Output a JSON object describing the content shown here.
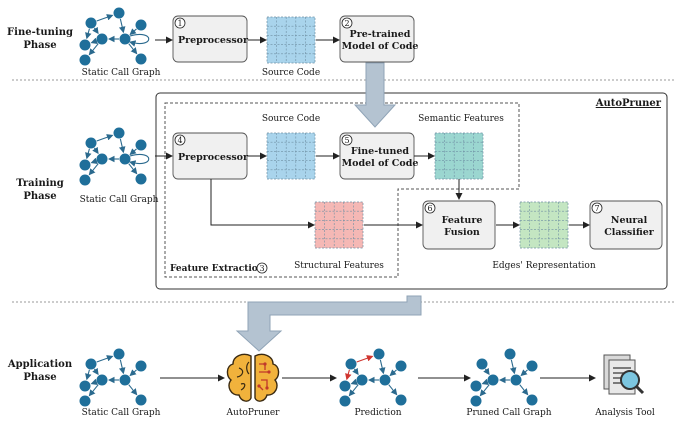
{
  "phases": {
    "fine_tuning": [
      "Fine-tuning",
      "Phase"
    ],
    "training": [
      "Training",
      "Phase"
    ],
    "application": [
      "Application",
      "Phase"
    ]
  },
  "autopruner_title": "AutoPruner",
  "feature_extraction": {
    "label": "Feature Extraction",
    "number": "3"
  },
  "steps": {
    "s1": {
      "number": "1",
      "lines": [
        "Preprocessor"
      ]
    },
    "s2": {
      "number": "2",
      "lines": [
        "Pre-trained",
        "Model of Code"
      ]
    },
    "s4": {
      "number": "4",
      "lines": [
        "Preprocessor"
      ]
    },
    "s5": {
      "number": "5",
      "lines": [
        "Fine-tuned",
        "Model of Code"
      ]
    },
    "s6": {
      "number": "6",
      "lines": [
        "Feature",
        "Fusion"
      ]
    },
    "s7": {
      "number": "7",
      "lines": [
        "Neural",
        "Classifier"
      ]
    }
  },
  "captions": {
    "static_call_graph": "Static Call Graph",
    "source_code": "Source Code",
    "semantic_features": "Semantic Features",
    "structural_features": "Structural Features",
    "edges_representation": "Edges' Representation",
    "autopruner": "AutoPruner",
    "prediction": "Prediction",
    "pruned_call_graph": "Pruned Call Graph",
    "analysis_tool": "Analysis Tool"
  },
  "colors": {
    "node": "#1f6f9a",
    "edge": "#2b6a8e",
    "blue_grid": "#a9d4ec",
    "teal_grid": "#9bd6d0",
    "red_grid": "#f5b8b5",
    "green_grid": "#c4e6c2",
    "box_fill": "#f0f0f0",
    "big_arrow": "#b4c3d1",
    "pruned_edge": "#d0352f",
    "brain": "#f1b23c"
  }
}
